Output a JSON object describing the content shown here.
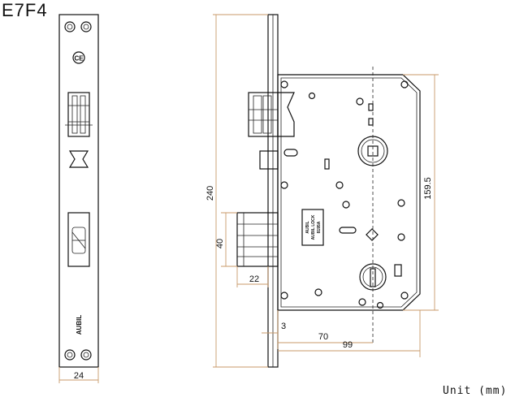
{
  "title": "E7F4",
  "unit_label": "Unit (mm)",
  "dimensions": {
    "faceplate_width": "24",
    "height": "240",
    "latch_height": "40",
    "latch_throw": "22",
    "backset_offset": "3",
    "backset": "70",
    "total_depth": "99",
    "center_distance": "159.5"
  },
  "marks": {
    "ce": "CE",
    "brand": "AUBIL",
    "plate_lines": [
      "AUBIL",
      "AUBIL LOCK",
      "8195A"
    ]
  },
  "colors": {
    "outline": "#111111",
    "dimension": "#c89a6a"
  }
}
